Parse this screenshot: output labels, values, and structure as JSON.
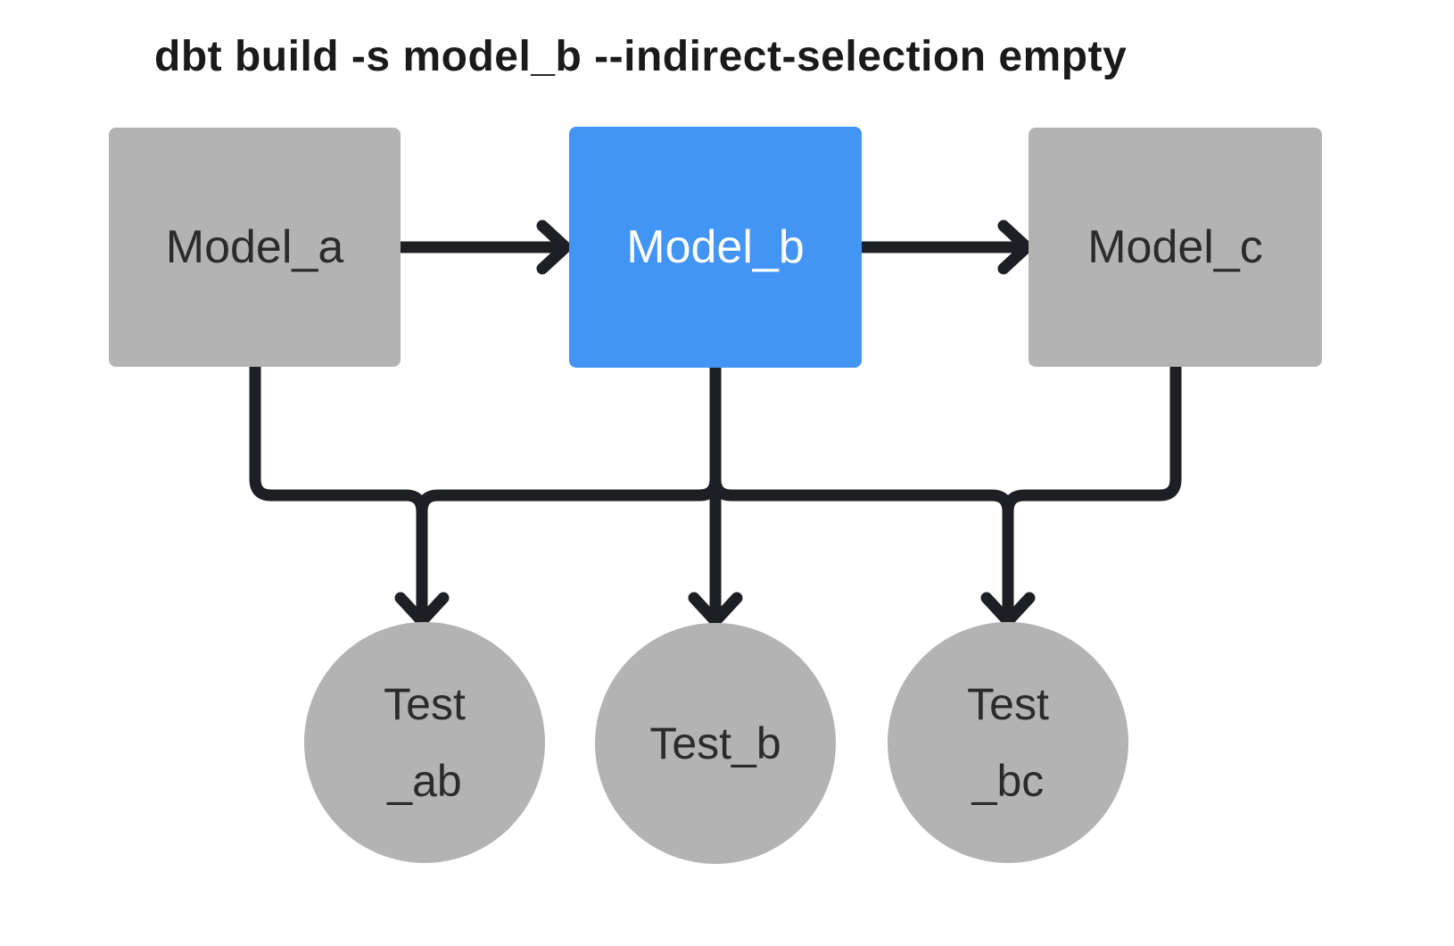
{
  "title": "dbt build -s model_b --indirect-selection empty",
  "theme": {
    "background": "#ffffff",
    "node-gray": "#b3b3b3",
    "selected-blue": "#4294f5",
    "edge-color": "#1d1f24",
    "text-dark": "#2b2b2d",
    "text-light": "#ffffff",
    "title-color": "#1a1a1c"
  },
  "nodes": {
    "model_a": {
      "label": "Model_a",
      "kind": "model",
      "shape": "rectangle",
      "selected": false
    },
    "model_b": {
      "label": "Model_b",
      "kind": "model",
      "shape": "rectangle",
      "selected": true
    },
    "model_c": {
      "label": "Model_c",
      "kind": "model",
      "shape": "rectangle",
      "selected": false
    },
    "test_ab": {
      "label_line1": "Test",
      "label_line2": "_ab",
      "kind": "test",
      "shape": "circle"
    },
    "test_b": {
      "label": "Test_b",
      "kind": "test",
      "shape": "circle"
    },
    "test_bc": {
      "label_line1": "Test",
      "label_line2": "_bc",
      "kind": "test",
      "shape": "circle"
    }
  },
  "edges": [
    {
      "from": "model_a",
      "to": "model_b"
    },
    {
      "from": "model_b",
      "to": "model_c"
    },
    {
      "from": "model_a",
      "to": "test_ab"
    },
    {
      "from": "model_b",
      "to": "test_ab"
    },
    {
      "from": "model_b",
      "to": "test_b"
    },
    {
      "from": "model_b",
      "to": "test_bc"
    },
    {
      "from": "model_c",
      "to": "test_bc"
    }
  ]
}
